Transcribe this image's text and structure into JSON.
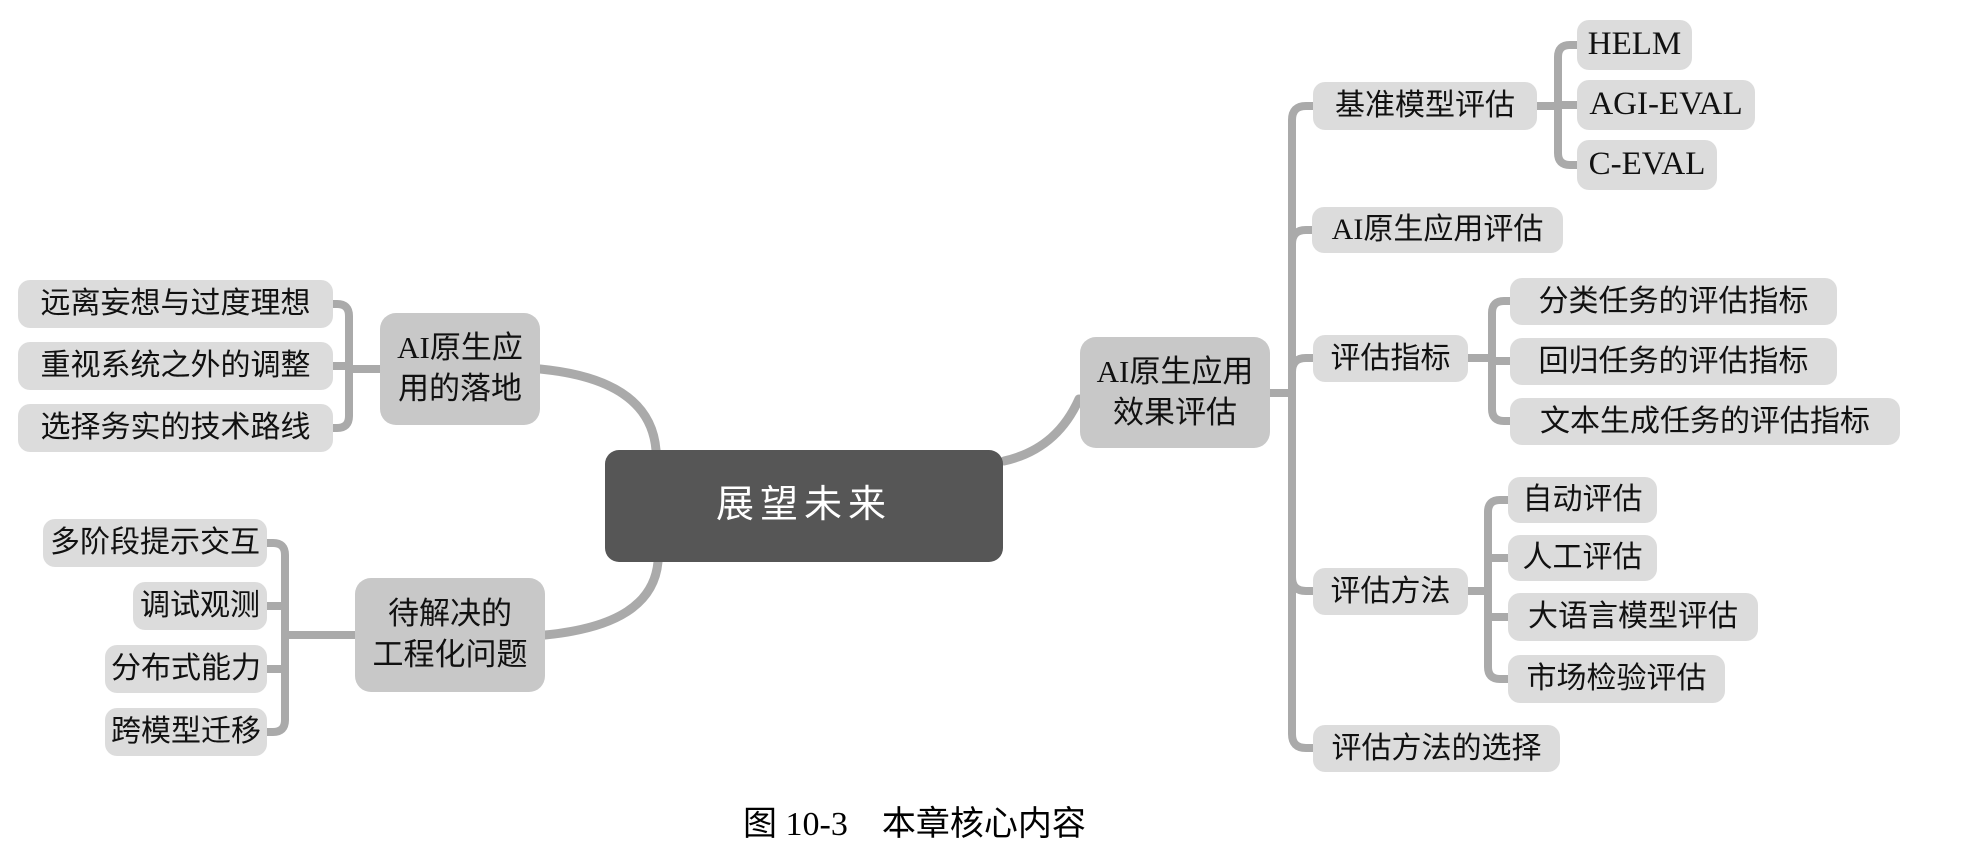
{
  "figure": {
    "caption": "图 10-3　本章核心内容"
  },
  "mindmap": {
    "root": {
      "label": "展望未来"
    },
    "left_branches": [
      {
        "label": "AI原生应\n用的落地",
        "children": [
          {
            "label": "远离妄想与过度理想"
          },
          {
            "label": "重视系统之外的调整"
          },
          {
            "label": "选择务实的技术路线"
          }
        ]
      },
      {
        "label": "待解决的\n工程化问题",
        "children": [
          {
            "label": "多阶段提示交互"
          },
          {
            "label": "调试观测"
          },
          {
            "label": "分布式能力"
          },
          {
            "label": "跨模型迁移"
          }
        ]
      }
    ],
    "right_branch": {
      "label": "AI原生应用\n效果评估",
      "children": [
        {
          "label": "基准模型评估",
          "children": [
            {
              "label": "HELM"
            },
            {
              "label": "AGI-EVAL"
            },
            {
              "label": "C-EVAL"
            }
          ]
        },
        {
          "label": "AI原生应用评估",
          "children": []
        },
        {
          "label": "评估指标",
          "children": [
            {
              "label": "分类任务的评估指标"
            },
            {
              "label": "回归任务的评估指标"
            },
            {
              "label": "文本生成任务的评估指标"
            }
          ]
        },
        {
          "label": "评估方法",
          "children": [
            {
              "label": "自动评估"
            },
            {
              "label": "人工评估"
            },
            {
              "label": "大语言模型评估"
            },
            {
              "label": "市场检验评估"
            }
          ]
        },
        {
          "label": "评估方法的选择",
          "children": []
        }
      ]
    },
    "colors": {
      "root_bg": "#565656",
      "root_text": "#ffffff",
      "branch_bg": "#c8c8c8",
      "leaf_bg": "#dcdcdc",
      "connector": "#aaaaaa",
      "text": "#111111",
      "background": "#ffffff"
    }
  }
}
